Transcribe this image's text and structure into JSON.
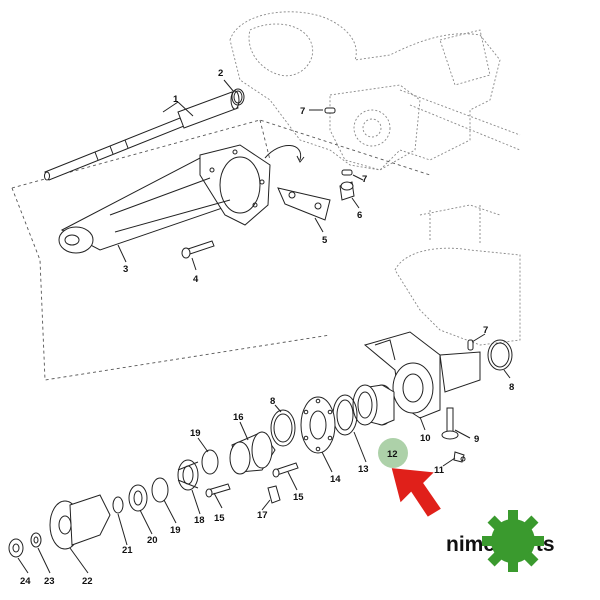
{
  "callouts": {
    "c1": "1",
    "c2": "2",
    "c3": "3",
    "c4": "4",
    "c5": "5",
    "c6": "6",
    "c7a": "7",
    "c7b": "7",
    "c7c": "7",
    "c8a": "8",
    "c8b": "8",
    "c9": "9",
    "c10": "10",
    "c11": "11",
    "c12": "12",
    "c13": "13",
    "c14": "14",
    "c15a": "15",
    "c15b": "15",
    "c16": "16",
    "c17": "17",
    "c18": "18",
    "c19a": "19",
    "c19b": "19",
    "c20": "20",
    "c21": "21",
    "c22": "22",
    "c23": "23",
    "c24": "24"
  },
  "highlight": {
    "part": "12",
    "color": "#9fc99a",
    "arrow_color": "#e0201a"
  },
  "brand": {
    "name": "nimerparts",
    "gear_color": "#3a9a2e"
  }
}
